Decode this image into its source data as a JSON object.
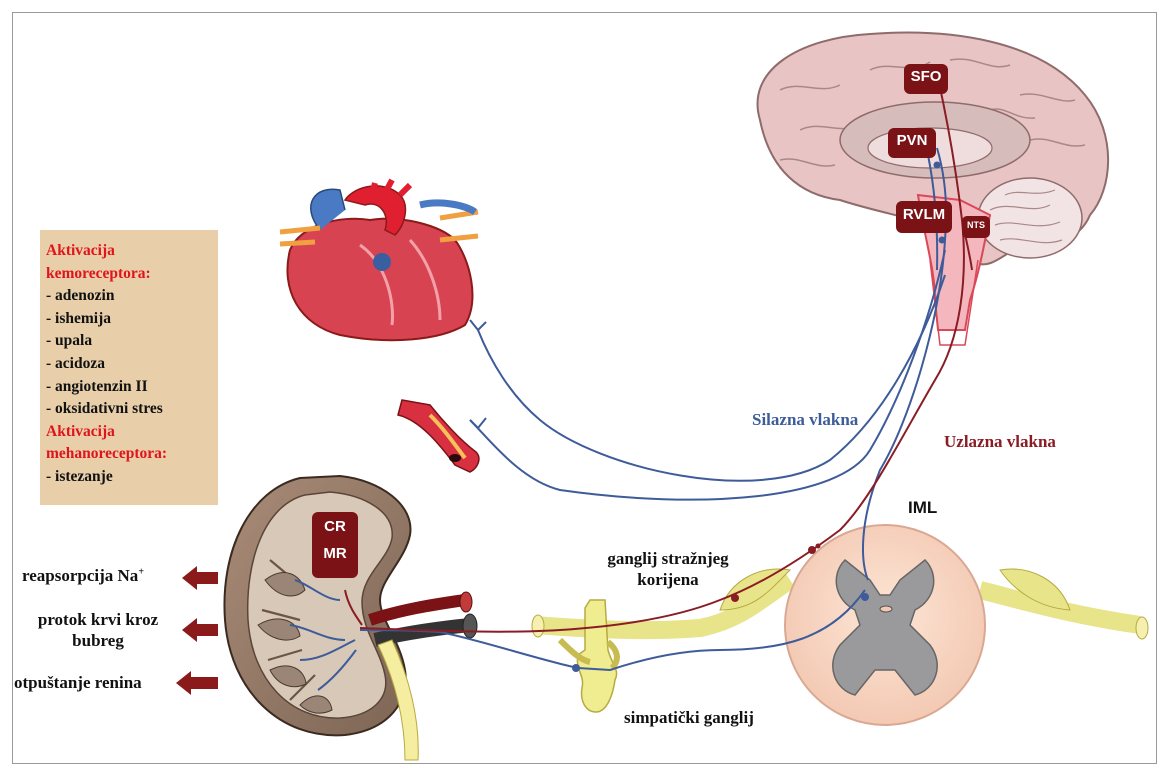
{
  "info_box": {
    "lines": [
      {
        "text": "Aktivacija",
        "color": "red"
      },
      {
        "text": "kemoreceptora:",
        "color": "red"
      },
      {
        "text": "- adenozin",
        "color": "black"
      },
      {
        "text": "- ishemija",
        "color": "black"
      },
      {
        "text": "- upala",
        "color": "black"
      },
      {
        "text": "- acidoza",
        "color": "black"
      },
      {
        "text": "- angiotenzin II",
        "color": "black"
      },
      {
        "text": "- oksidativni stres",
        "color": "black"
      },
      {
        "text": "Aktivacija",
        "color": "red"
      },
      {
        "text": "mehanoreceptora:",
        "color": "red"
      },
      {
        "text": "- istezanje",
        "color": "black"
      }
    ]
  },
  "brain_labels": {
    "sfo": "SFO",
    "pvn": "PVN",
    "rvlm": "RVLM",
    "nts": "NTS"
  },
  "kidney_receptor": {
    "cr": "CR",
    "mr": "MR"
  },
  "fibers": {
    "descending": "Silazna vlakna",
    "ascending": "Uzlazna vlakna"
  },
  "spinal": {
    "iml": "IML",
    "dorsal_root_ganglion_line1": "ganglij stražnjeg",
    "dorsal_root_ganglion_line2": "korijena",
    "sympathetic_ganglion": "simpatički ganglij"
  },
  "effects": {
    "reabsorption": "reapsorpcija Na",
    "reabsorption_sup": "+",
    "blood_flow_line1": "protok krvi kroz",
    "blood_flow_line2": "bubreg",
    "renin": "otpuštanje renina"
  },
  "colors": {
    "descending_fiber": "#3e5b9a",
    "ascending_fiber": "#8a1c24",
    "label_box": "#7a1216",
    "info_box_bg": "#e8cfaa",
    "red_text": "#e0141b",
    "arrow": "#8b1a1a"
  }
}
